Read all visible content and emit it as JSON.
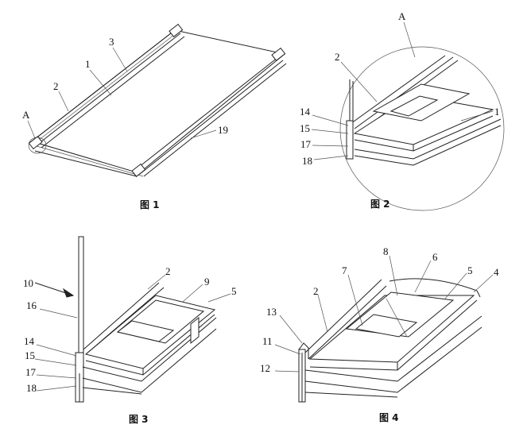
{
  "figures": [
    {
      "caption": "图 1",
      "labels": [
        {
          "id": "f1-3",
          "text": "3"
        },
        {
          "id": "f1-1",
          "text": "1"
        },
        {
          "id": "f1-2",
          "text": "2"
        },
        {
          "id": "f1-A",
          "text": "A"
        },
        {
          "id": "f1-19",
          "text": "19"
        }
      ]
    },
    {
      "caption": "图 2",
      "labels": [
        {
          "id": "f2-A",
          "text": "A"
        },
        {
          "id": "f2-2",
          "text": "2"
        },
        {
          "id": "f2-14",
          "text": "14"
        },
        {
          "id": "f2-15",
          "text": "15"
        },
        {
          "id": "f2-17",
          "text": "17"
        },
        {
          "id": "f2-18",
          "text": "18"
        },
        {
          "id": "f2-1",
          "text": "1"
        }
      ]
    },
    {
      "caption": "图 3",
      "labels": [
        {
          "id": "f3-10",
          "text": "10"
        },
        {
          "id": "f3-2",
          "text": "2"
        },
        {
          "id": "f3-9",
          "text": "9"
        },
        {
          "id": "f3-5",
          "text": "5"
        },
        {
          "id": "f3-16",
          "text": "16"
        },
        {
          "id": "f3-14",
          "text": "14"
        },
        {
          "id": "f3-15",
          "text": "15"
        },
        {
          "id": "f3-17",
          "text": "17"
        },
        {
          "id": "f3-18",
          "text": "18"
        }
      ]
    },
    {
      "caption": "图 4",
      "labels": [
        {
          "id": "f4-8",
          "text": "8"
        },
        {
          "id": "f4-6",
          "text": "6"
        },
        {
          "id": "f4-7",
          "text": "7"
        },
        {
          "id": "f4-5",
          "text": "5"
        },
        {
          "id": "f4-4",
          "text": "4"
        },
        {
          "id": "f4-2",
          "text": "2"
        },
        {
          "id": "f4-13",
          "text": "13"
        },
        {
          "id": "f4-11",
          "text": "11"
        },
        {
          "id": "f4-12",
          "text": "12"
        }
      ]
    }
  ]
}
